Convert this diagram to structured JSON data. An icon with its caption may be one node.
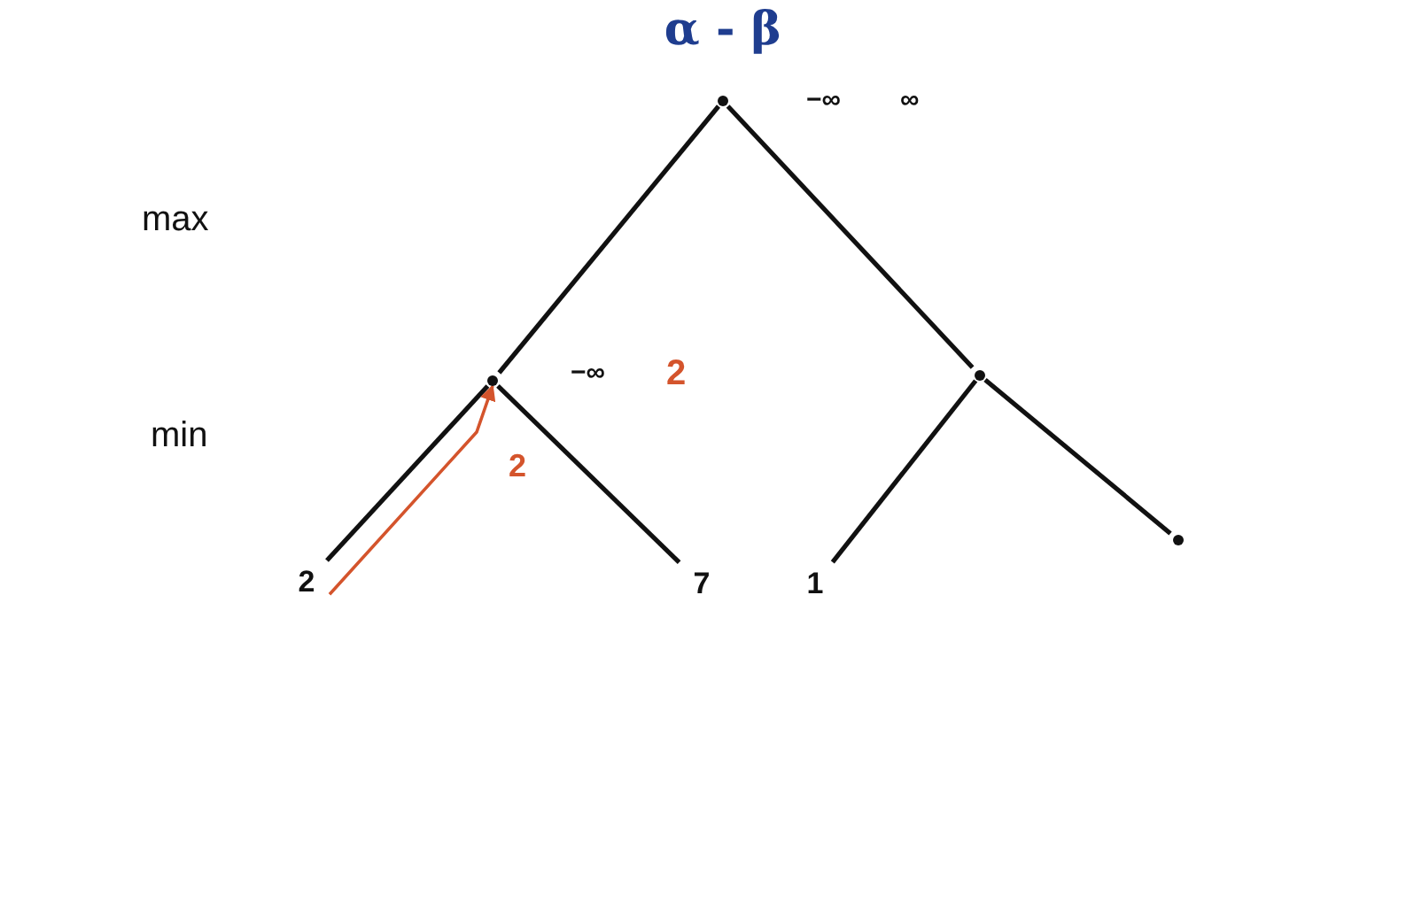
{
  "diagram": {
    "title": "α - β",
    "nodes": [
      {
        "text": [],
        "shape": "point",
        "beside": [
          "−∞",
          "∞"
        ]
      },
      {
        "text": [],
        "shape": "point",
        "beside": [
          "−∞",
          "2"
        ]
      },
      {
        "text": [],
        "shape": "point"
      },
      {
        "text": [
          "2"
        ]
      },
      {
        "text": [
          "7"
        ]
      },
      {
        "text": [
          "1"
        ]
      },
      {
        "text": [],
        "shape": "point"
      }
    ],
    "edges": [
      {
        "from": 0,
        "to": 1,
        "arrow": "none"
      },
      {
        "from": 0,
        "to": 2,
        "arrow": "none"
      },
      {
        "from": 1,
        "to": 3,
        "arrow": "none"
      },
      {
        "from": 1,
        "to": 4,
        "arrow": "none"
      },
      {
        "from": 2,
        "to": 5,
        "arrow": "none"
      },
      {
        "from": 2,
        "to": 6,
        "arrow": "none"
      },
      {
        "from": 3,
        "to": 1,
        "arrow": "to",
        "label": "2",
        "color": "#d4542c"
      }
    ],
    "labels": [
      "max",
      "min"
    ]
  }
}
